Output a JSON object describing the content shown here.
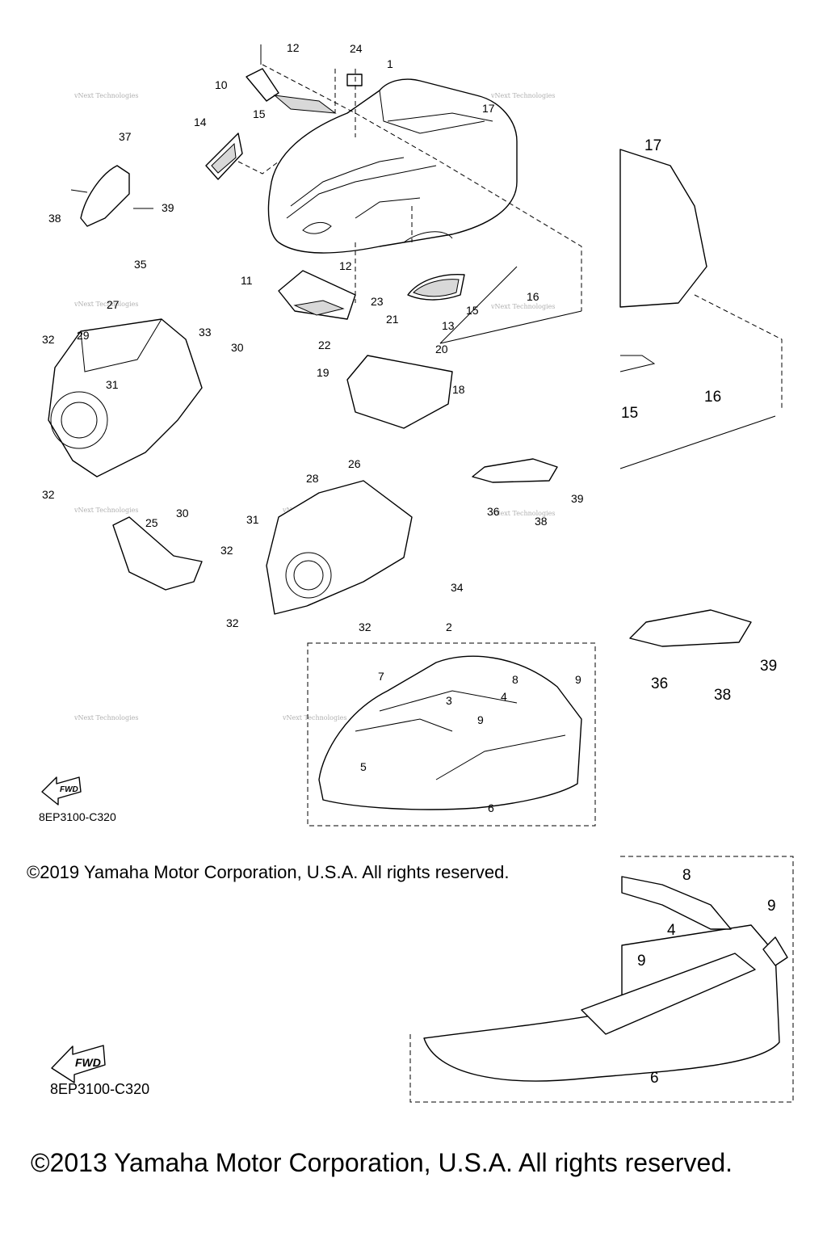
{
  "diagram": {
    "callouts": {
      "p1": "1",
      "p2": "2",
      "p3": "3",
      "p4": "4",
      "p5": "5",
      "p6": "6",
      "p7": "7",
      "p8": "8",
      "p9": "9",
      "p10": "10",
      "p11": "11",
      "p12": "12",
      "p13": "13",
      "p14": "14",
      "p15": "15",
      "p16": "16",
      "p17": "17",
      "p18": "18",
      "p19": "19",
      "p20": "20",
      "p21": "21",
      "p22": "22",
      "p23": "23",
      "p24": "24",
      "p25": "25",
      "p26": "26",
      "p27": "27",
      "p28": "28",
      "p29": "29",
      "p30": "30",
      "p31": "31",
      "p32": "32",
      "p33": "33",
      "p34": "34",
      "p35": "35",
      "p36": "36",
      "p37": "37",
      "p38": "38",
      "p39": "39"
    },
    "watermark": "vNext Technologies",
    "fwd_label": "FWD",
    "diagram_code": "8EP3100-C320"
  },
  "copyright_2019": "©2019 Yamaha Motor Corporation, U.S.A. All rights reserved.",
  "copyright_2013": "©2013 Yamaha Motor Corporation, U.S.A. All rights reserved."
}
